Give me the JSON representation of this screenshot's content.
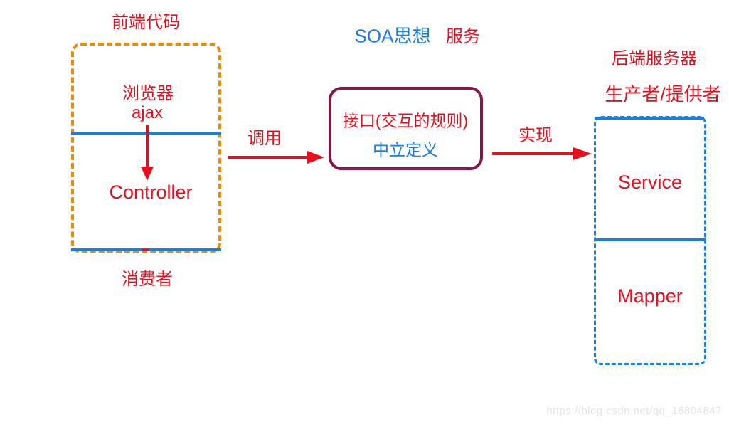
{
  "colors": {
    "red": "#e8101e",
    "blue": "#1b7ce8",
    "orange": "#e98b0d",
    "maroon": "#85184a",
    "line_blue": "#1a7ee0",
    "watermark_gray": "#e3e3e0"
  },
  "frontend": {
    "title": "前端代码",
    "browser_label": "浏览器",
    "ajax_label": "ajax",
    "controller_label": "Controller",
    "consumer_label": "消费者"
  },
  "center": {
    "heading_blue": "SOA思想",
    "heading_red": "服务",
    "interface_line1": "接口(交互的规则)",
    "interface_line2": "中立定义"
  },
  "arrows": {
    "call_label": "调用",
    "implement_label": "实现"
  },
  "backend": {
    "title": "后端服务器",
    "subtitle": "生产者/提供者",
    "service_label": "Service",
    "mapper_label": "Mapper"
  },
  "watermark": "https://blog.csdn.net/qq_16804847"
}
